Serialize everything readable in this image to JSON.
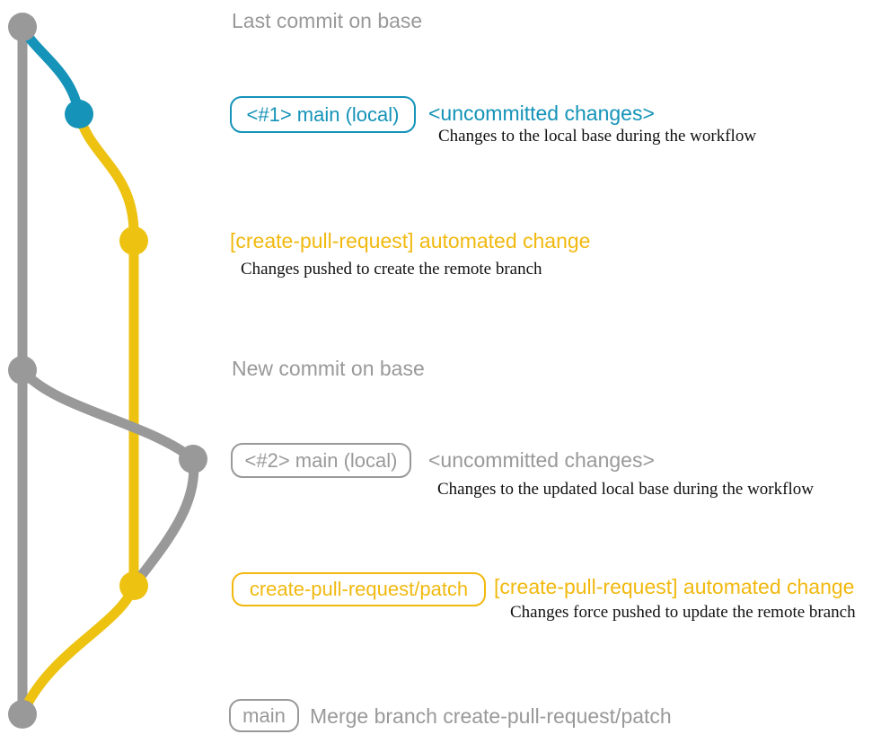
{
  "colors": {
    "gray": "#999999",
    "blue": "#1593b8",
    "yellow": "#f1b90f",
    "yellowLine": "#edc211",
    "ink": "#111111"
  },
  "graph": {
    "type": "git-branch-diagram",
    "nodes": [
      {
        "id": "last-commit-on-base",
        "color": "gray"
      },
      {
        "id": "local-main-1",
        "color": "blue"
      },
      {
        "id": "automated-change-1",
        "color": "yellow"
      },
      {
        "id": "new-commit-on-base",
        "color": "gray"
      },
      {
        "id": "local-main-2",
        "color": "gray"
      },
      {
        "id": "automated-change-2",
        "color": "yellow"
      },
      {
        "id": "merge-commit",
        "color": "gray"
      }
    ],
    "edges": [
      {
        "from": "last-commit-on-base",
        "to": "merge-commit",
        "color": "gray"
      },
      {
        "from": "last-commit-on-base",
        "to": "local-main-1",
        "color": "blue"
      },
      {
        "from": "local-main-1",
        "to": "automated-change-2",
        "color": "yellow"
      },
      {
        "from": "automated-change-2",
        "to": "merge-commit",
        "color": "yellow"
      },
      {
        "from": "new-commit-on-base",
        "to": "local-main-2",
        "color": "gray"
      },
      {
        "from": "local-main-2",
        "to": "automated-change-2",
        "color": "gray"
      }
    ]
  },
  "annotations": {
    "lastCommit": {
      "title": "Last commit on base"
    },
    "localMain1": {
      "badge": "<#1> main (local)",
      "heading": "<uncommitted changes>",
      "description": "Changes to the local base during the workflow"
    },
    "automatedChange1": {
      "heading": "[create-pull-request] automated change",
      "description": "Changes pushed to create the remote branch"
    },
    "newCommit": {
      "title": "New commit on base"
    },
    "localMain2": {
      "badge": "<#2> main (local)",
      "heading": "<uncommitted changes>",
      "description": "Changes to the updated local base during the workflow"
    },
    "patchBranch": {
      "badge": "create-pull-request/patch",
      "heading": "[create-pull-request] automated change",
      "description": "Changes force pushed to update the remote branch"
    },
    "merge": {
      "badge": "main",
      "title": "Merge branch create-pull-request/patch"
    }
  }
}
